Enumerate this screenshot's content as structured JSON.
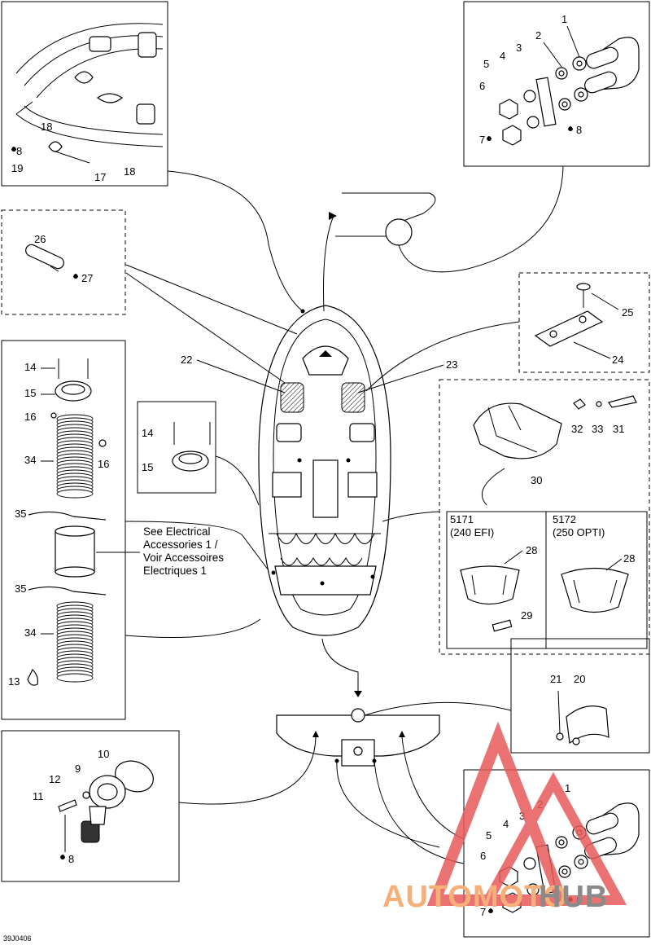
{
  "diagram_code": "39J0406",
  "note": {
    "line1": "See Electrical",
    "line2": "Accessories 1 /",
    "line3": "Voir Accessoires",
    "line4": "Electriques 1"
  },
  "variants": {
    "left": {
      "model": "5171",
      "engine": "(240 EFI)"
    },
    "right": {
      "model": "5172",
      "engine": "(250 OPTI)"
    }
  },
  "callouts": {
    "front_left": [
      "18",
      "8",
      "19",
      "17",
      "18"
    ],
    "bow_eye_top": [
      "1",
      "2",
      "3",
      "4",
      "5",
      "6",
      "7",
      "8"
    ],
    "plug": [
      "26",
      "27"
    ],
    "hook": [
      "25",
      "24"
    ],
    "deck": [
      "22",
      "23"
    ],
    "vent_stack": [
      "14",
      "15",
      "16",
      "34",
      "16",
      "35",
      "35",
      "34",
      "13"
    ],
    "vent_small": [
      "14",
      "15"
    ],
    "cover": [
      "32",
      "33",
      "31",
      "30"
    ],
    "cover_variants": [
      "28",
      "29",
      "28"
    ],
    "clip": [
      "21",
      "20"
    ],
    "drain": [
      "10",
      "9",
      "12",
      "11",
      "8"
    ],
    "bow_eye_bottom": [
      "1",
      "2",
      "3",
      "4",
      "5",
      "6",
      "7",
      "8"
    ]
  },
  "watermark": {
    "text_a": "AUTOMOTO",
    "text_b": "HUB",
    "color_a": "#f5b07a",
    "color_b": "#8a8a8a",
    "logo_color": "#e85a5a"
  }
}
